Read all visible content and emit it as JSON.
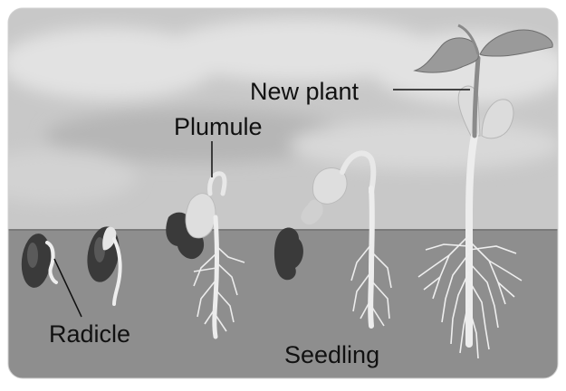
{
  "labels": {
    "new_plant": "New plant",
    "plumule": "Plumule",
    "radicle": "Radicle",
    "seedling": "Seedling"
  },
  "colors": {
    "sky": "#c4c4c4",
    "cloud": "#dcdcdc",
    "soil": "#8c8c8c",
    "seed": "#3a3a3a",
    "stem": "#e9e9e9",
    "leaf": "#9a9a9a",
    "root": "#eeeeee"
  }
}
